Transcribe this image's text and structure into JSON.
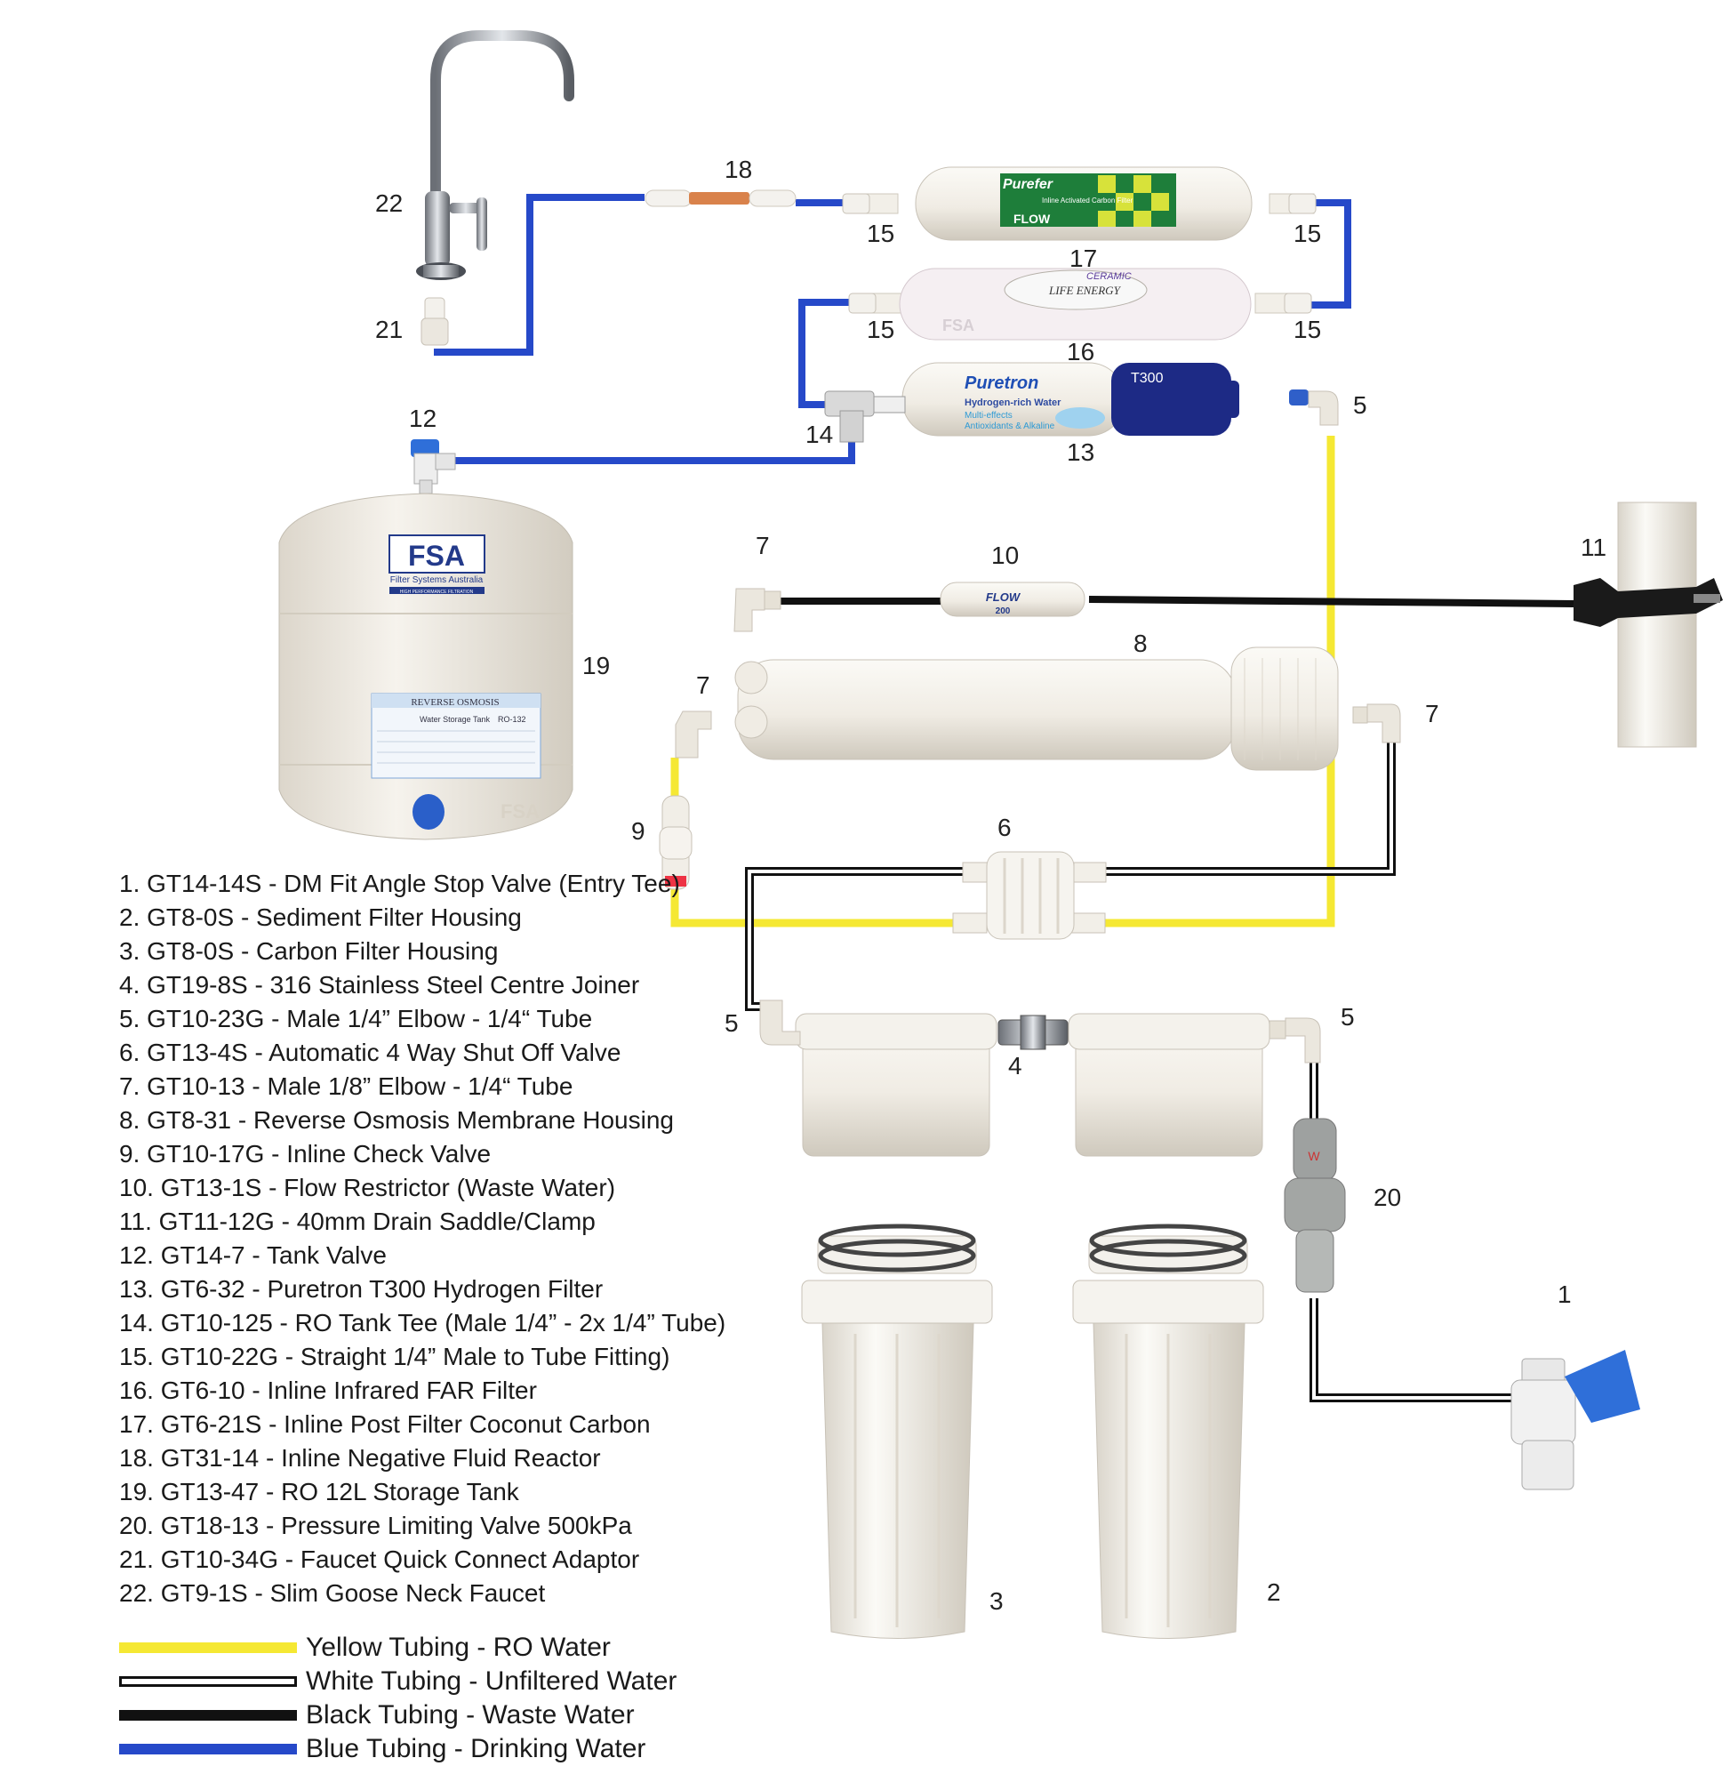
{
  "colors": {
    "yellow": "#f5e833",
    "black": "#111111",
    "blue": "#2649c9",
    "white_tube_border": "#111111",
    "component": "#f1eee7",
    "component_shade": "#d8d3c8"
  },
  "labels": {
    "c1": "1",
    "c2": "2",
    "c3": "3",
    "c4": "4",
    "c5a": "5",
    "c5b": "5",
    "c5c": "5",
    "c6": "6",
    "c7a": "7",
    "c7b": "7",
    "c7c": "7",
    "c8": "8",
    "c9": "9",
    "c10": "10",
    "c11": "11",
    "c12": "12",
    "c13": "13",
    "c14": "14",
    "c15a": "15",
    "c15b": "15",
    "c15c": "15",
    "c15d": "15",
    "c16": "16",
    "c17": "17",
    "c18": "18",
    "c19": "19",
    "c20": "20",
    "c21": "21",
    "c22": "22"
  },
  "product_text": {
    "tank_brand": "FSA",
    "tank_subtitle": "Filter Systems Australia",
    "tank_tagline": "HIGH PERFORMANCE FILTRATION",
    "tank_label_title": "REVERSE OSMOSIS",
    "tank_label_sub": "Water Storage Tank",
    "tank_label_model": "RO-132",
    "tank_base_brand": "FSA",
    "filter17_brand": "Purefer",
    "filter17_name": "Inline Activated Carbon Filter",
    "filter17_flow": "FLOW",
    "filter16_title": "CERAMIC",
    "filter16_name": "LIFE ENERGY",
    "filter16_brand": "FSA",
    "filter13_brand": "Puretron",
    "filter13_model": "T300",
    "filter13_line1": "Hydrogen-rich Water",
    "filter13_line2": "Multi-effects",
    "filter13_line3": "Antioxidants & Alkaline",
    "flow_label": "FLOW",
    "flow_value": "200"
  },
  "parts_list": [
    "1. GT14-14S - DM Fit Angle Stop Valve (Entry Tee)",
    "2. GT8-0S - Sediment Filter Housing",
    "3. GT8-0S - Carbon Filter Housing",
    "4. GT19-8S - 316 Stainless Steel Centre Joiner",
    "5. GT10-23G - Male 1/4” Elbow - 1/4“ Tube",
    "6. GT13-4S - Automatic 4 Way Shut Off Valve",
    "7. GT10-13 - Male 1/8” Elbow - 1/4“ Tube",
    "8. GT8-31 - Reverse Osmosis Membrane Housing",
    "9. GT10-17G - Inline Check Valve",
    "10. GT13-1S - Flow Restrictor (Waste Water)",
    "11. GT11-12G - 40mm Drain Saddle/Clamp",
    "12. GT14-7 - Tank Valve",
    "13. GT6-32 - Puretron T300 Hydrogen Filter",
    "14. GT10-125 - RO Tank Tee (Male 1/4” - 2x 1/4” Tube)",
    "15. GT10-22G - Straight 1/4” Male to Tube Fitting)",
    "16. GT6-10 - Inline Infrared FAR Filter",
    "17. GT6-21S - Inline Post Filter Coconut Carbon",
    "18. GT31-14 - Inline Negative Fluid Reactor",
    "19. GT13-47 - RO 12L Storage Tank",
    "20. GT18-13 - Pressure Limiting Valve 500kPa",
    "21. GT10-34G - Faucet Quick Connect Adaptor",
    "22. GT9-1S - Slim Goose Neck Faucet"
  ],
  "legend": [
    {
      "label": "Yellow Tubing - RO Water",
      "color": "#f5e833",
      "style": "solid"
    },
    {
      "label": "White Tubing - Unfiltered Water",
      "color": "#111111",
      "style": "outline"
    },
    {
      "label": "Black Tubing - Waste Water",
      "color": "#111111",
      "style": "solid"
    },
    {
      "label": "Blue Tubing - Drinking Water",
      "color": "#2649c9",
      "style": "solid"
    }
  ]
}
